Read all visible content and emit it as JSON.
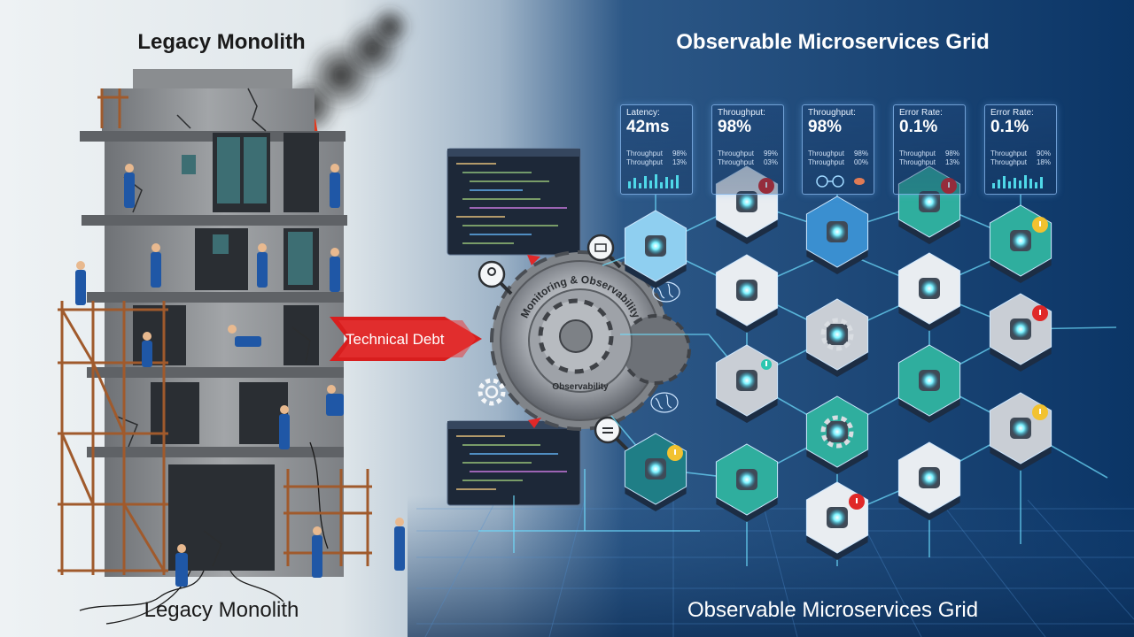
{
  "titles": {
    "top_left": "Legacy Monolith",
    "top_right": "Observable Microservices Grid",
    "bottom_left": "Legacy Monolith",
    "bottom_right": "Observable Microservices Grid"
  },
  "banner": {
    "label": "Technical Debt"
  },
  "gear": {
    "outer_text": "Monitoring & Observability",
    "inner_text": "Observability"
  },
  "metric_cards": [
    {
      "label": "Latency:",
      "value": "42ms",
      "rows": [
        [
          "Throughput",
          "98%"
        ],
        [
          "Throughput",
          "13%"
        ]
      ]
    },
    {
      "label": "Throughput:",
      "value": "98%",
      "rows": [
        [
          "Throughput",
          "99%"
        ],
        [
          "Throughput",
          "03%"
        ]
      ]
    },
    {
      "label": "Throughput:",
      "value": "98%",
      "rows": [
        [
          "Throughput",
          "98%"
        ],
        [
          "Throughput",
          "00%"
        ]
      ]
    },
    {
      "label": "Error Rate:",
      "value": "0.1%",
      "rows": [
        [
          "Throughput",
          "98%"
        ],
        [
          "Throughput",
          "13%"
        ]
      ]
    },
    {
      "label": "Error Rate:",
      "value": "0.1%",
      "rows": [
        [
          "Throughput",
          "90%"
        ],
        [
          "Throughput",
          "18%"
        ]
      ]
    }
  ],
  "icons": [
    "magnifier-icon",
    "gear-icon",
    "brain-icon",
    "alert-icon",
    "warning-icon"
  ],
  "colors": {
    "left_bg": "#e6ecf0",
    "right_bg": "#0f3c6e",
    "banner_red": "#d81e1e",
    "node_teal": "#2fae9e",
    "node_blue": "#3a8fd0",
    "node_grey": "#c9ced5",
    "alert_red": "#e02828",
    "warning_yellow": "#f2c230",
    "glow_cyan": "#7ff3ff"
  }
}
